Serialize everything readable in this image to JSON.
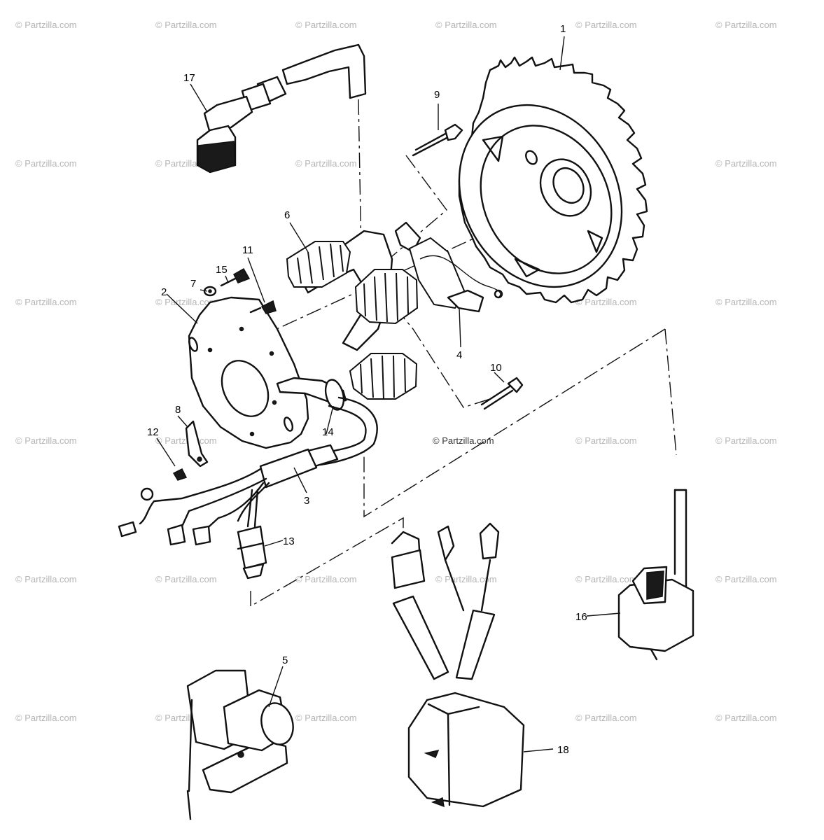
{
  "watermark": {
    "text": "© Partzilla.com",
    "center_text": "© Partzilla.com"
  },
  "callouts": {
    "c1": "1",
    "c2": "2",
    "c3": "3",
    "c4": "4",
    "c5": "5",
    "c6": "6",
    "c7": "7",
    "c8": "8",
    "c9": "9",
    "c10": "10",
    "c11": "11",
    "c12": "12",
    "c13": "13",
    "c14": "14",
    "c15": "15",
    "c16": "16",
    "c17": "17",
    "c18": "18"
  },
  "colors": {
    "ink": "#111111",
    "watermark": "#b5b5b5",
    "background": "#ffffff"
  }
}
